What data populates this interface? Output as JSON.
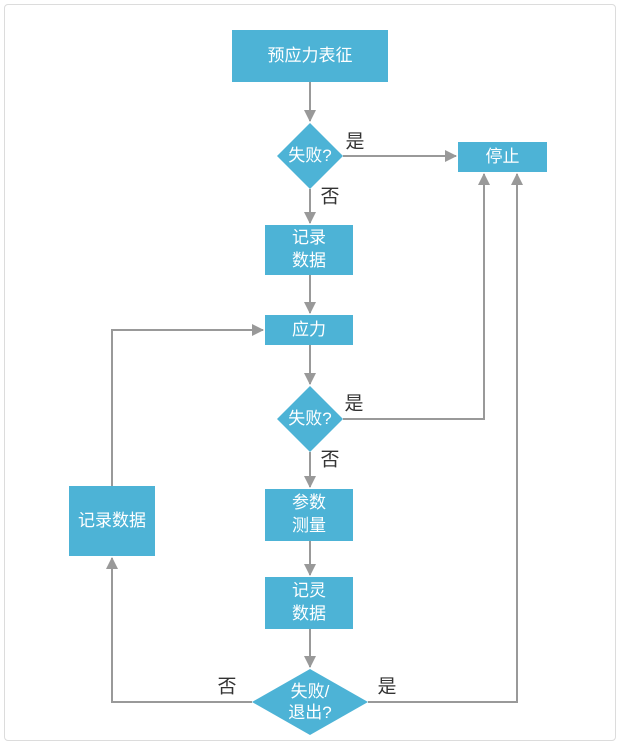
{
  "colors": {
    "node_fill": "#4db3d6",
    "node_text": "#ffffff",
    "line": "#999999",
    "label_text": "#333333",
    "page_border": "#dcdcdc",
    "background": "#ffffff"
  },
  "nodes": {
    "prestress": {
      "label": "预应力表征",
      "type": "process"
    },
    "fail1": {
      "label": "失败?",
      "type": "decision"
    },
    "stop": {
      "label": "停止",
      "type": "process"
    },
    "record_data1": {
      "label": "记录\n数据",
      "type": "process"
    },
    "stress": {
      "label": "应力",
      "type": "process"
    },
    "fail2": {
      "label": "失败?",
      "type": "decision"
    },
    "param_measure": {
      "label": "参数\n测量",
      "type": "process"
    },
    "record_data2": {
      "label": "记灵\n数据",
      "type": "process"
    },
    "fail_exit": {
      "label": "失败/\n退出?",
      "type": "decision"
    },
    "record_data_left": {
      "label": "记录数据",
      "type": "process"
    }
  },
  "edge_labels": {
    "fail1_yes": "是",
    "fail1_no": "否",
    "fail2_yes": "是",
    "fail2_no": "否",
    "fail_exit_yes": "是",
    "fail_exit_no": "否"
  }
}
